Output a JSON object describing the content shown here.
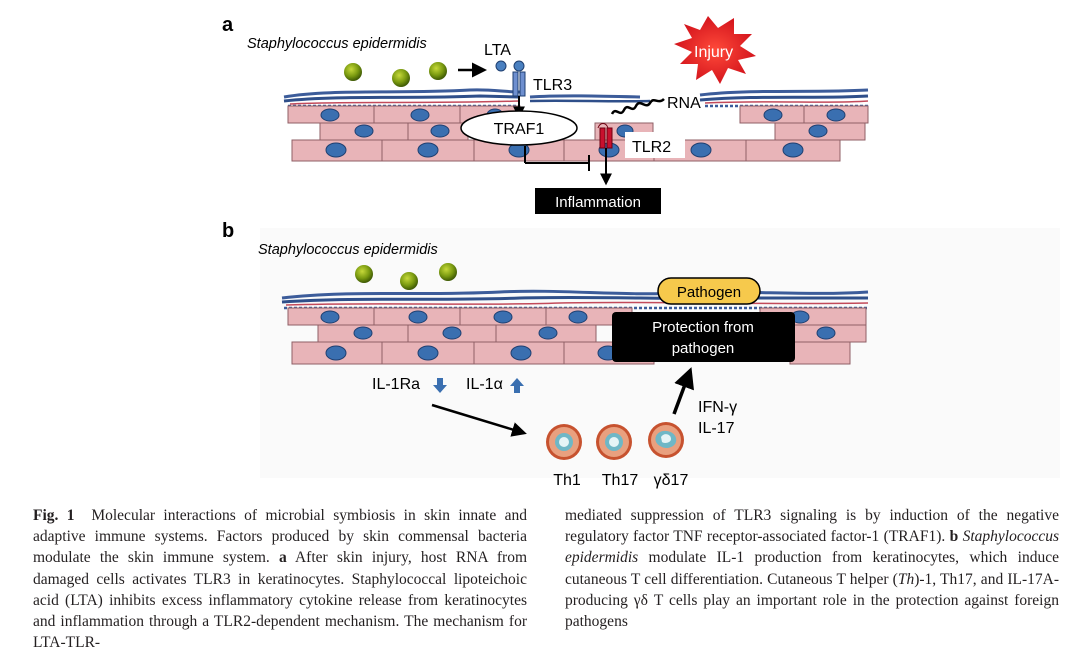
{
  "panel_a": {
    "letter": "a",
    "organism": "Staphylococcus epidermidis",
    "lta": "LTA",
    "tlr3": "TLR3",
    "injury": "Injury",
    "rna": "RNA",
    "traf1": "TRAF1",
    "tlr2": "TLR2",
    "inflammation": "Inflammation"
  },
  "panel_b": {
    "letter": "b",
    "organism": "Staphylococcus epidermidis",
    "pathogen": "Pathogen",
    "protection_line1": "Protection from",
    "protection_line2": "pathogen",
    "il1ra": "IL-1Ra",
    "il1a": "IL-1α",
    "ifng": "IFN-γ",
    "il17": "IL-17",
    "cells": [
      "Th1",
      "Th17",
      "γδ17"
    ]
  },
  "colors": {
    "bacteria": "#7a9a10",
    "keratinocyte": "#e8b4b8",
    "nucleus": "#3a6fb0",
    "stratum_corneum": "#3c5c9a",
    "injury_burst": "#ee1c24",
    "tlr2": "#c8102e",
    "pathogen_fill": "#f6c94c",
    "black_box": "#000000"
  },
  "caption": {
    "fig_label": "Fig. 1",
    "left": [
      {
        "t": "Molecular interactions of microbial symbiosis in skin innate and adaptive immune systems. Factors produced by skin commensal bacteria modulate the skin immune system. ",
        "s": ""
      },
      {
        "t": "a",
        "s": "b"
      },
      {
        "t": " After skin injury, host RNA from damaged cells activates TLR3 in keratinocytes. Staphylococcal lipoteichoic acid (LTA) inhibits excess inflammatory cytokine release from keratinocytes and inflammation through a TLR2-dependent mechanism. The mechanism for LTA-TLR-",
        "s": ""
      }
    ],
    "right": [
      {
        "t": "mediated suppression of TLR3 signaling is by induction of the negative regulatory factor TNF receptor-associated factor-1 (TRAF1). ",
        "s": ""
      },
      {
        "t": "b",
        "s": "b"
      },
      {
        "t": " ",
        "s": ""
      },
      {
        "t": "Staphylococcus epidermidis",
        "s": "i"
      },
      {
        "t": " modulate IL-1 production from keratinocytes, which induce cutaneous T cell differentiation. Cutaneous T helper (",
        "s": ""
      },
      {
        "t": "Th",
        "s": "i"
      },
      {
        "t": ")-1, Th17, and IL-17A-producing γδ T cells play an important role in the protection against foreign pathogens",
        "s": ""
      }
    ]
  }
}
